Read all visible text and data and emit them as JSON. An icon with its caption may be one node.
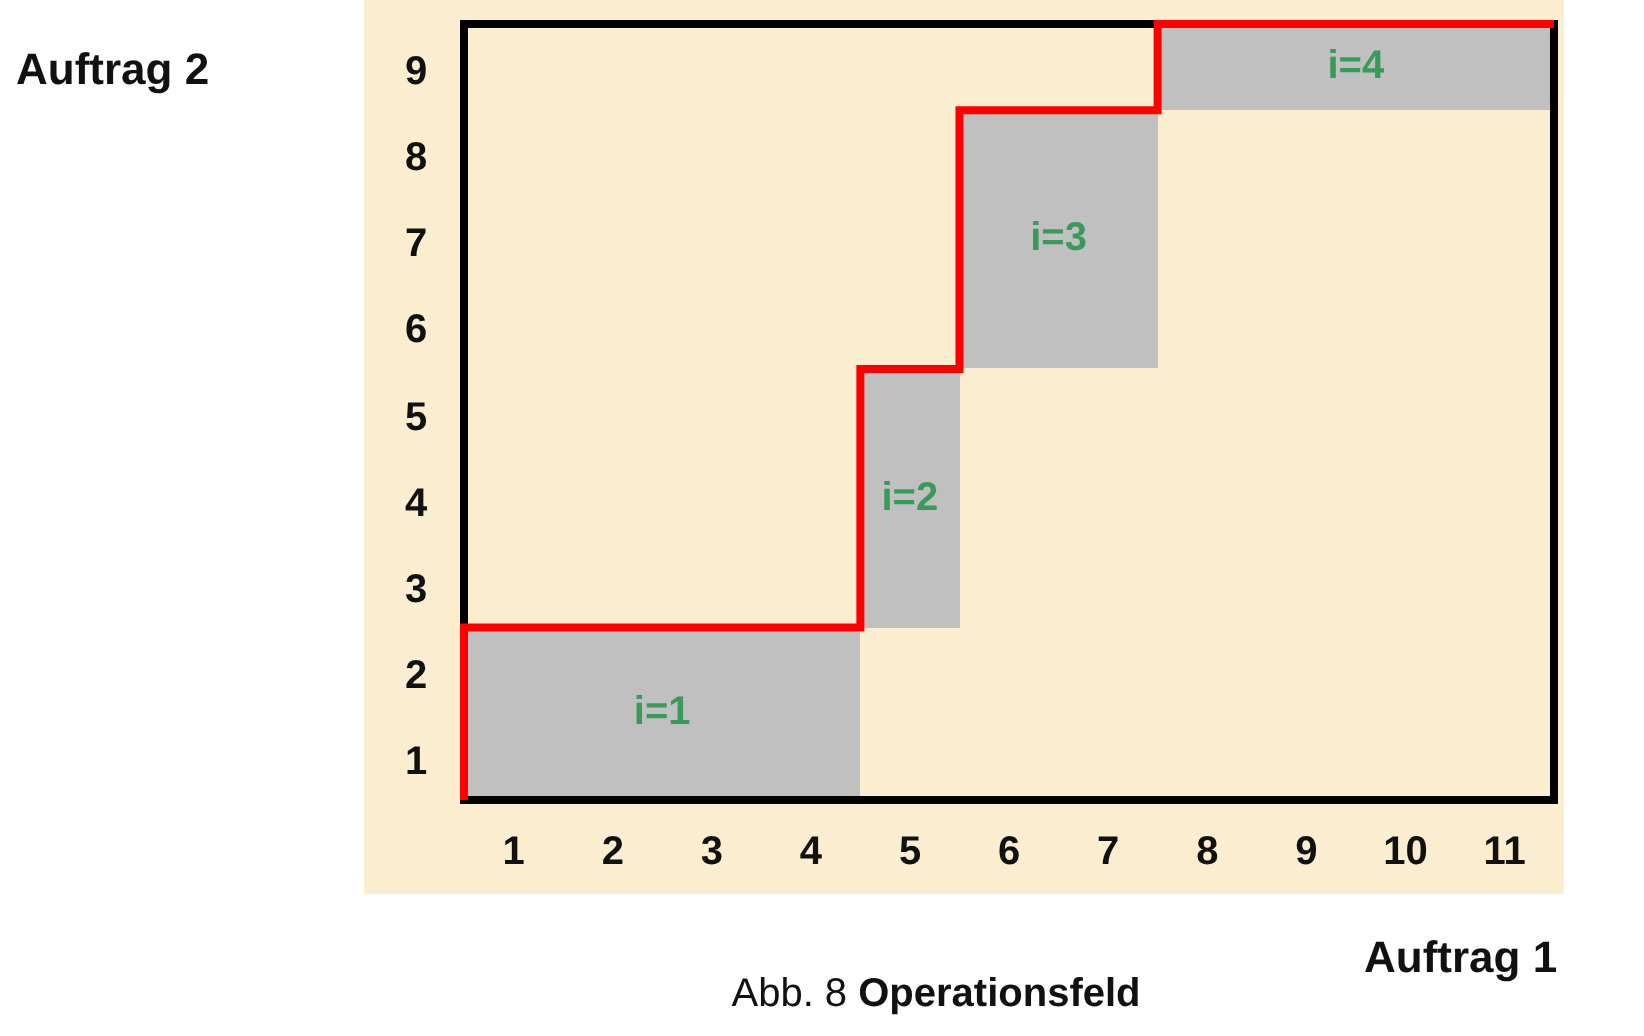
{
  "diagram": {
    "caption": "Abb. 8 **Operationsfeld**",
    "nodes": [
      {
        "text": [
          "i=4"
        ]
      },
      {
        "text": [
          "i=3"
        ]
      },
      {
        "text": [
          "i=2"
        ]
      },
      {
        "text": [
          "i=1"
        ]
      }
    ],
    "labels": [
      "Auftrag 2",
      "9",
      "8",
      "7",
      "6",
      "5",
      "4",
      "3",
      "2",
      "1",
      "1",
      "2",
      "3",
      "4",
      "5",
      "6",
      "7",
      "8",
      "9",
      "10",
      "11",
      "Auftrag 1"
    ]
  }
}
